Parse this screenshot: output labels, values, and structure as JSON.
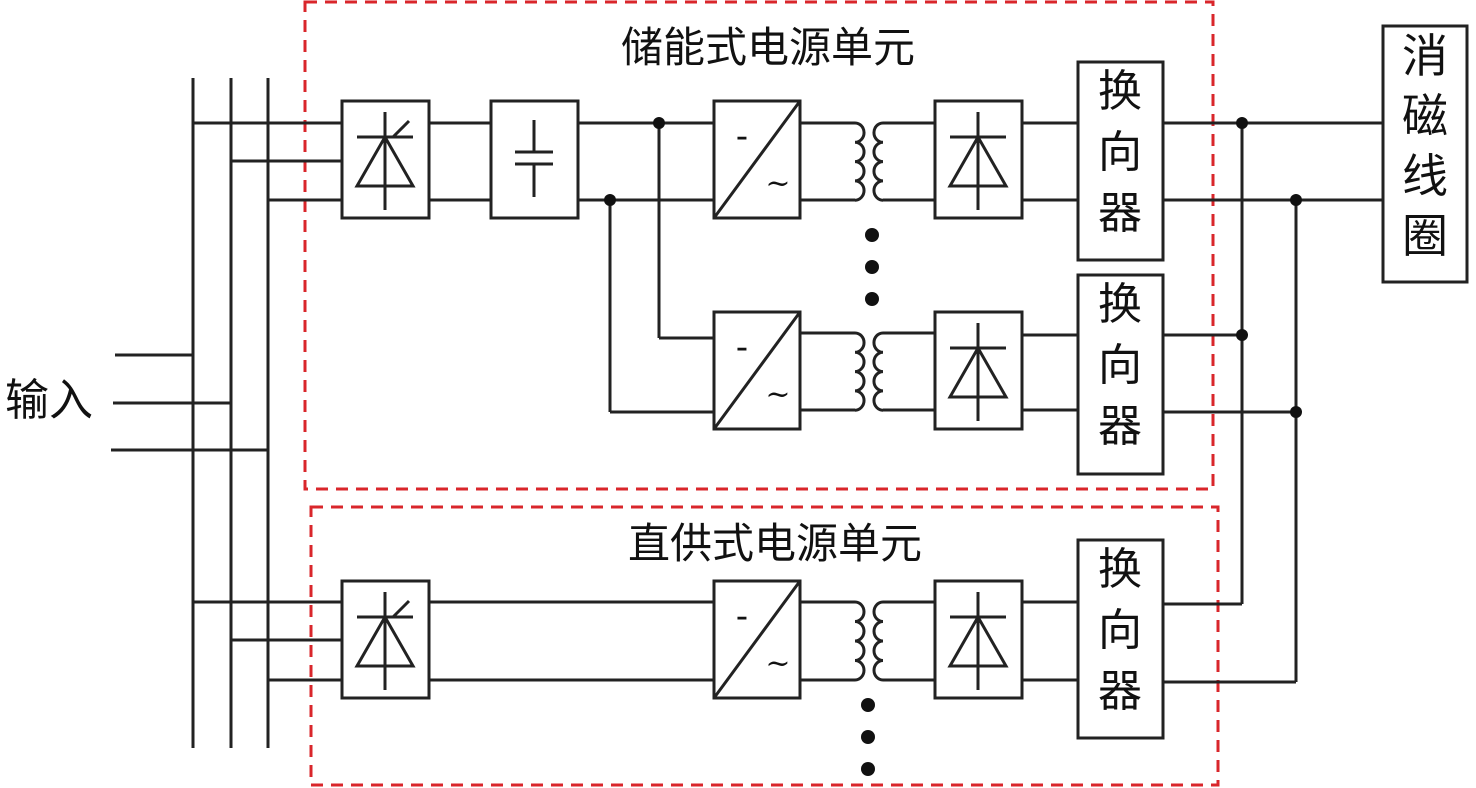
{
  "labels": {
    "input": "输入",
    "storage_unit": "储能式电源单元",
    "direct_unit": "直供式电源单元",
    "commutator": "换向器",
    "coil": "消磁线圈",
    "minus": "-",
    "tilde": "~"
  },
  "colors": {
    "line": "#222222",
    "group_border": "#d9262b",
    "background": "#ffffff"
  }
}
